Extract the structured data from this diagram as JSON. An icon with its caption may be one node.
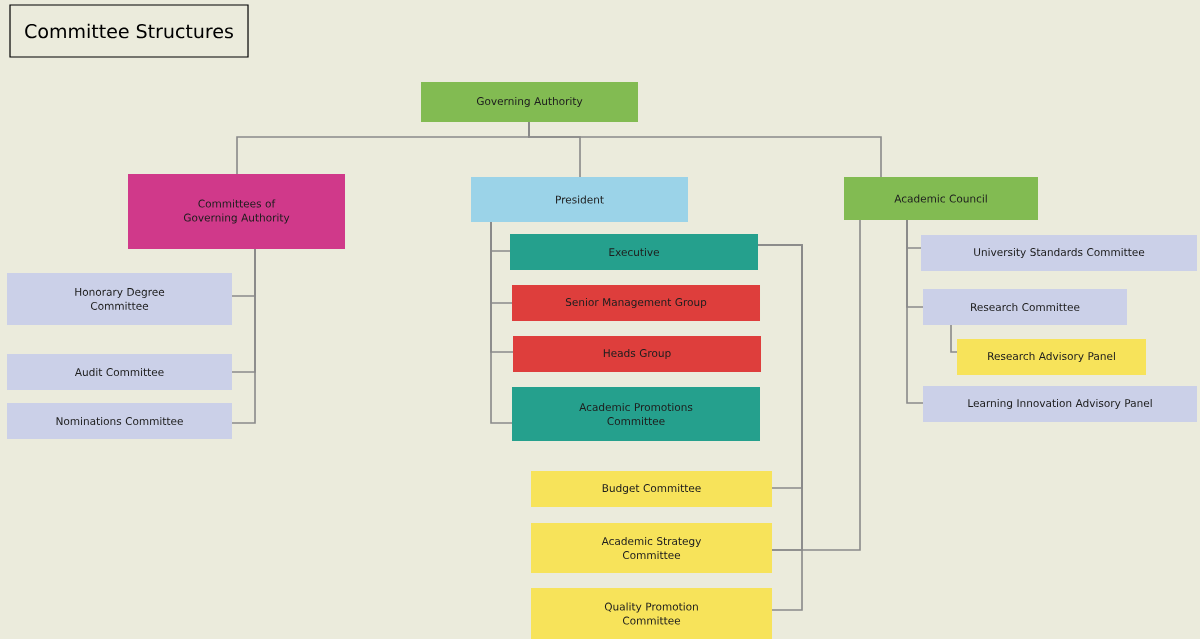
{
  "diagram": {
    "title": "Committee Structures",
    "nodes": [
      {
        "text": [
          "Governing Authority"
        ]
      },
      {
        "text": [
          "Committees of Governing Authority"
        ]
      },
      {
        "text": [
          "President"
        ]
      },
      {
        "text": [
          "Academic Council"
        ]
      },
      {
        "text": [
          "Honorary Degree Committee"
        ]
      },
      {
        "text": [
          "Audit Committee"
        ]
      },
      {
        "text": [
          "Nominations Committee"
        ]
      },
      {
        "text": [
          "Executive"
        ]
      },
      {
        "text": [
          "Senior Management Group"
        ]
      },
      {
        "text": [
          "Heads Group"
        ]
      },
      {
        "text": [
          "Academic Promotions Committee"
        ]
      },
      {
        "text": [
          "Budget Committee"
        ]
      },
      {
        "text": [
          "Academic Strategy Committee"
        ]
      },
      {
        "text": [
          "Quality Promotion Committee"
        ]
      },
      {
        "text": [
          "University Standards Committee"
        ]
      },
      {
        "text": [
          "Research Committee"
        ]
      },
      {
        "text": [
          "Research Advisory Panel"
        ]
      },
      {
        "text": [
          "Learning Innovation Advisory Panel"
        ]
      }
    ],
    "edges": [
      {
        "from": 0,
        "to": 1,
        "arrow": "none"
      },
      {
        "from": 0,
        "to": 2,
        "arrow": "none"
      },
      {
        "from": 0,
        "to": 3,
        "arrow": "none"
      },
      {
        "from": 1,
        "to": 4,
        "arrow": "none"
      },
      {
        "from": 1,
        "to": 5,
        "arrow": "none"
      },
      {
        "from": 1,
        "to": 6,
        "arrow": "none"
      },
      {
        "from": 2,
        "to": 7,
        "arrow": "none"
      },
      {
        "from": 2,
        "to": 8,
        "arrow": "none"
      },
      {
        "from": 2,
        "to": 9,
        "arrow": "none"
      },
      {
        "from": 2,
        "to": 10,
        "arrow": "none"
      },
      {
        "from": 7,
        "to": 11,
        "arrow": "none"
      },
      {
        "from": 7,
        "to": 12,
        "arrow": "none"
      },
      {
        "from": 7,
        "to": 13,
        "arrow": "none"
      },
      {
        "from": 3,
        "to": 12,
        "arrow": "none"
      },
      {
        "from": 3,
        "to": 14,
        "arrow": "none"
      },
      {
        "from": 3,
        "to": 15,
        "arrow": "none"
      },
      {
        "from": 3,
        "to": 17,
        "arrow": "none"
      },
      {
        "from": 15,
        "to": 16,
        "arrow": "none"
      }
    ]
  }
}
